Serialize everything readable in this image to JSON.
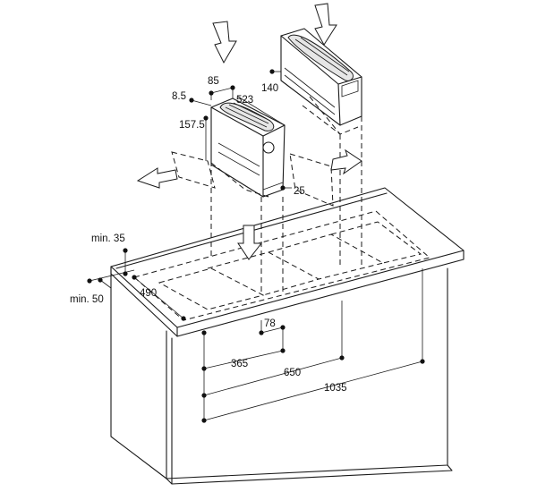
{
  "labels": {
    "d_85": "85",
    "d_140": "140",
    "d_8_5": "8.5",
    "d_523": "523",
    "d_157_5": "157.5",
    "d_25": "25",
    "d_min_35": "min. 35",
    "d_490": "490",
    "d_min_50": "min. 50",
    "d_78": "78",
    "d_365": "365",
    "d_650": "650",
    "d_1035": "1035"
  },
  "colors": {
    "line": "#1a1a1a",
    "background": "#ffffff"
  }
}
